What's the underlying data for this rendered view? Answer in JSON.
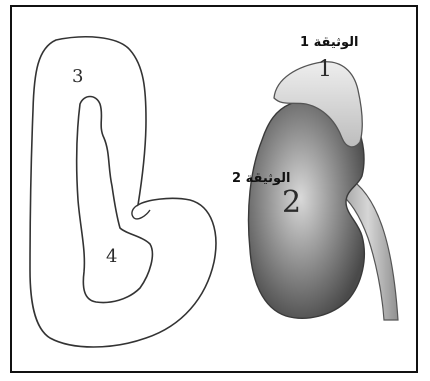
{
  "document_labels": {
    "doc1": "الوثيقة 1",
    "doc2": "الوثيقة 2"
  },
  "numbers": {
    "n1": "1",
    "n2": "2",
    "n3": "3",
    "n4": "4"
  }
}
